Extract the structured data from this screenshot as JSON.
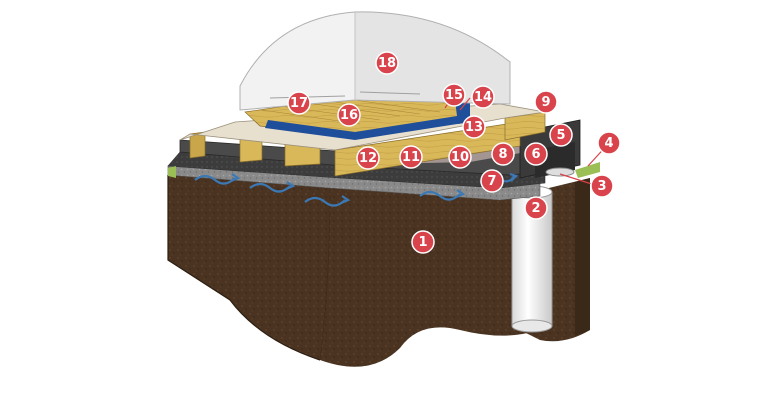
{
  "diagram": {
    "badge_color": "#d9434b",
    "badge_stroke": "#ffffff",
    "soil_color": "#4a3320",
    "timber_color": "#d9b85a",
    "membrane_color": "#1f4e9a",
    "airflow_color": "#3b78b4",
    "labels": [
      "1",
      "2",
      "3",
      "4",
      "5",
      "6",
      "7",
      "8",
      "9",
      "10",
      "11",
      "12",
      "13",
      "14",
      "15",
      "16",
      "17",
      "18"
    ]
  }
}
